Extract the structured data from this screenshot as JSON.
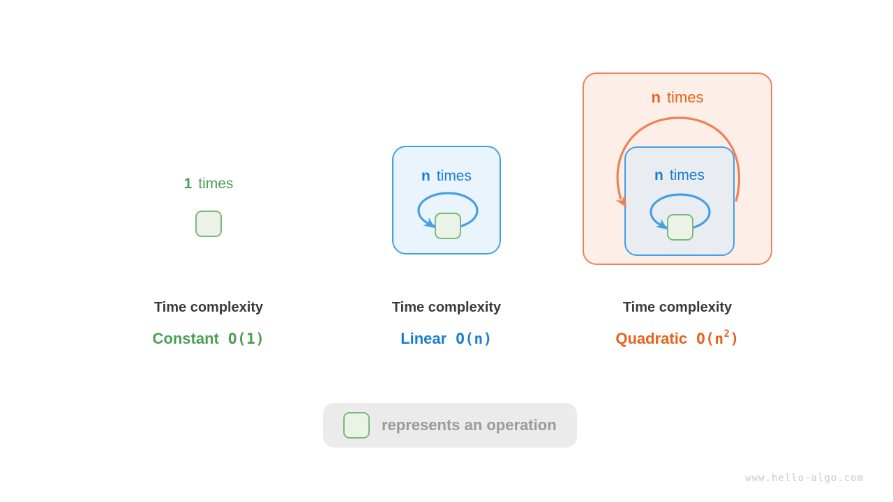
{
  "colors": {
    "background": "#ffffff",
    "green_text": "#4e9e55",
    "green_border": "#7db67f",
    "green_fill": "#ebf3e6",
    "blue_text": "#1a7dd5",
    "blue_border": "#459fe3",
    "blue_fill": "#e9f4fc",
    "inner_fill": "#e9edf2",
    "orange_text": "#e8611c",
    "orange_border": "#ef8156",
    "orange_fill": "#fdefe8",
    "dark_text": "#3a3a3a",
    "legend_bg": "#ebebeb",
    "legend_text": "#9b9b9b",
    "watermark": "#c9c9c9"
  },
  "panels": [
    {
      "loop": {
        "count": "1",
        "word": "times"
      },
      "caption": {
        "title": "Time complexity",
        "name": "Constant",
        "notation_pre": "O(1)",
        "notation_sup": "",
        "notation_post": ""
      }
    },
    {
      "loop": {
        "count": "n",
        "word": "times"
      },
      "caption": {
        "title": "Time complexity",
        "name": "Linear",
        "notation_pre": "O(n)",
        "notation_sup": "",
        "notation_post": ""
      }
    },
    {
      "outer_loop": {
        "count": "n",
        "word": "times"
      },
      "inner_loop": {
        "count": "n",
        "word": "times"
      },
      "caption": {
        "title": "Time complexity",
        "name": "Quadratic",
        "notation_pre": "O(n",
        "notation_sup": "2",
        "notation_post": ")"
      }
    }
  ],
  "legend": {
    "text": "represents an operation"
  },
  "watermark": {
    "text": "www.hello-algo.com"
  }
}
